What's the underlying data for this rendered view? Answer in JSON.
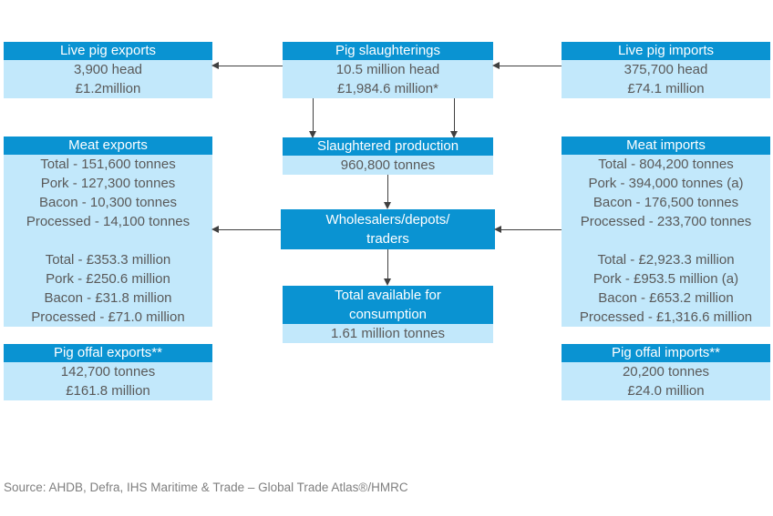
{
  "colors": {
    "header_blue": "#0a93d2",
    "body_light_blue": "#c2e8fb",
    "body_text_gray": "#595959",
    "arrow_gray": "#404040",
    "footer_gray": "#7f7f7f"
  },
  "boxes": {
    "live_pig_exports": {
      "title": "Live pig exports",
      "lines": [
        "3,900 head",
        "£1.2million"
      ]
    },
    "pig_slaughterings": {
      "title": "Pig slaughterings",
      "lines": [
        "10.5 million head",
        "£1,984.6 million*"
      ]
    },
    "live_pig_imports": {
      "title": "Live pig imports",
      "lines": [
        "375,700 head",
        "£74.1 million"
      ]
    },
    "meat_exports": {
      "title": "Meat exports",
      "lines": [
        "Total - 151,600 tonnes",
        "Pork - 127,300 tonnes",
        "Bacon - 10,300 tonnes",
        "Processed - 14,100 tonnes",
        "",
        "Total - £353.3 million",
        "Pork - £250.6 million",
        "Bacon - £31.8 million",
        "Processed - £71.0 million"
      ]
    },
    "slaughtered_production": {
      "title": "Slaughtered production",
      "lines": [
        "960,800 tonnes"
      ]
    },
    "wholesalers": {
      "title_line1": "Wholesalers/depots/",
      "title_line2": "traders"
    },
    "total_available": {
      "title_line1": "Total available for",
      "title_line2": "consumption",
      "lines": [
        "1.61 million tonnes"
      ]
    },
    "meat_imports": {
      "title": "Meat imports",
      "lines": [
        "Total - 804,200 tonnes",
        "Pork - 394,000 tonnes (a)",
        "Bacon - 176,500 tonnes",
        "Processed - 233,700 tonnes",
        "",
        "Total - £2,923.3 million",
        "Pork - £953.5 million (a)",
        "Bacon - £653.2 million",
        "Processed - £1,316.6 million"
      ]
    },
    "pig_offal_exports": {
      "title": "Pig offal exports**",
      "lines": [
        "142,700 tonnes",
        "£161.8 million"
      ]
    },
    "pig_offal_imports": {
      "title": "Pig offal imports**",
      "lines": [
        "20,200 tonnes",
        "£24.0 million"
      ]
    }
  },
  "footer": {
    "source": "Source: AHDB, Defra, IHS Maritime & Trade – Global Trade Atlas®/HMRC"
  }
}
